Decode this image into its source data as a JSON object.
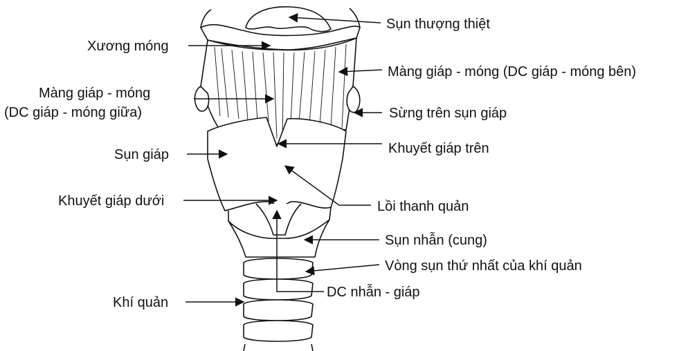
{
  "labels": {
    "sun_thuong_thiet": "Sụn thượng thiệt",
    "xuong_mong": "Xương móng",
    "mang_giap_mong_ben": "Màng giáp - móng (DC giáp - móng bên)",
    "mang_giap_mong_line1": "Màng giáp - móng",
    "mang_giap_mong_line2": "(DC giáp - móng giữa)",
    "sung_tren": "Sừng trên sụn giáp",
    "sun_giap": "Sụn giáp",
    "khuyet_tren": "Khuyết giáp trên",
    "khuyet_duoi": "Khuyết giáp dưới",
    "loi_thanh_quan": "Lồi thanh quản",
    "sun_nhan": "Sụn nhẫn (cung)",
    "vong_sun": "Vòng sụn thứ nhất của khí quản",
    "khi_quan": "Khí quản",
    "dc_nhan_giap": "DC nhẫn - giáp"
  },
  "colors": {
    "ink": "#111111",
    "paper": "#ffffff"
  }
}
